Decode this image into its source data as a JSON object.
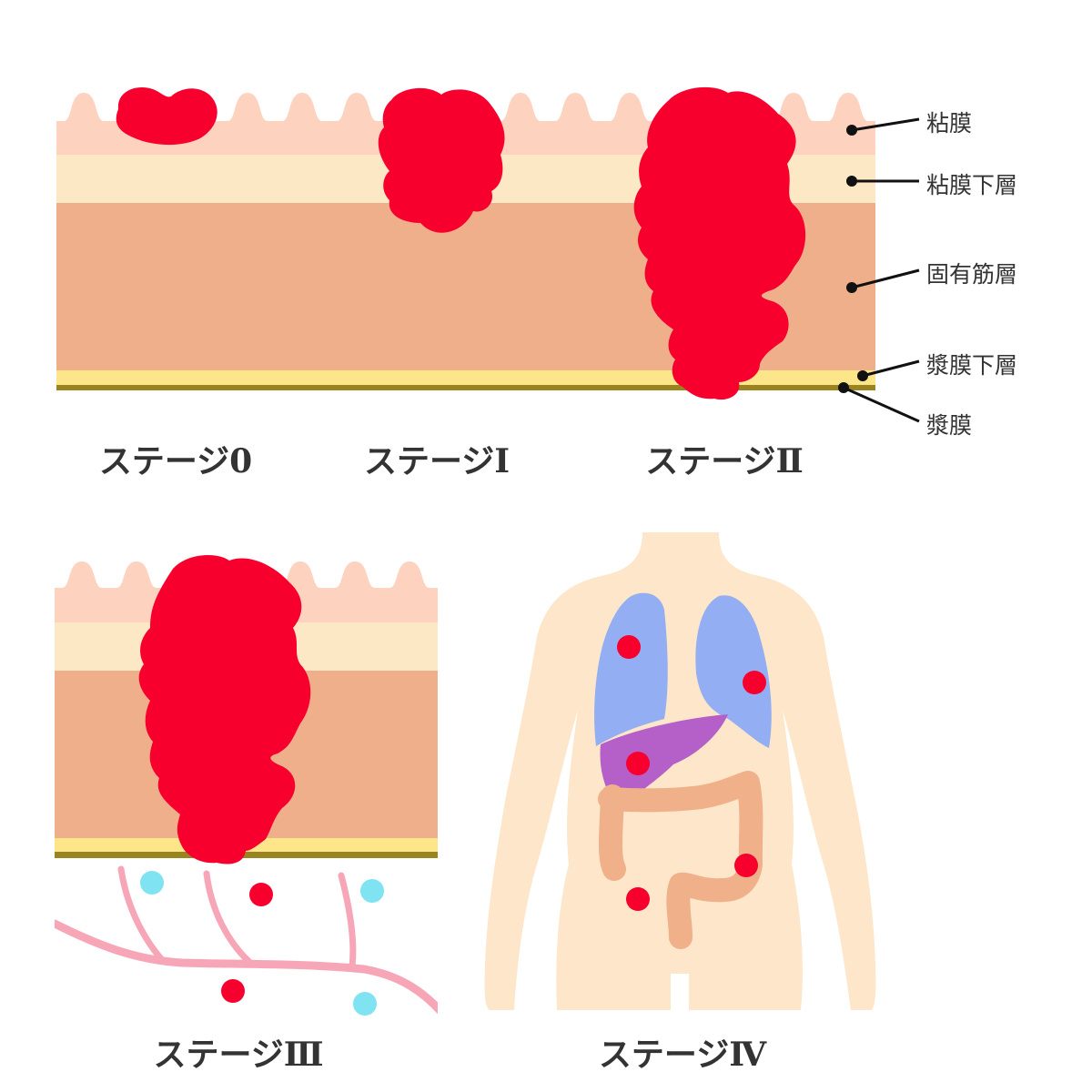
{
  "layer_labels": {
    "mucosa": "粘膜",
    "submucosa": "粘膜下層",
    "muscularis_propria": "固有筋層",
    "subserosa": "漿膜下層",
    "serosa": "漿膜"
  },
  "stages": [
    "ステージ0",
    "ステージⅠ",
    "ステージⅡ",
    "ステージⅢ",
    "ステージⅣ"
  ],
  "colors": {
    "tumor": "#f7002e",
    "mucosa": "#fdd3c0",
    "submucosa": "#fde8c6",
    "muscle": "#efaf8a",
    "subserosa": "#fde68a",
    "serosa": "#9a8420",
    "lung": "#93aef2",
    "liver": "#b560c8",
    "colon": "#efb08a",
    "body": "#fde6c9",
    "lymph": "#7fe3f2",
    "vessel": "#f7a6b8"
  }
}
